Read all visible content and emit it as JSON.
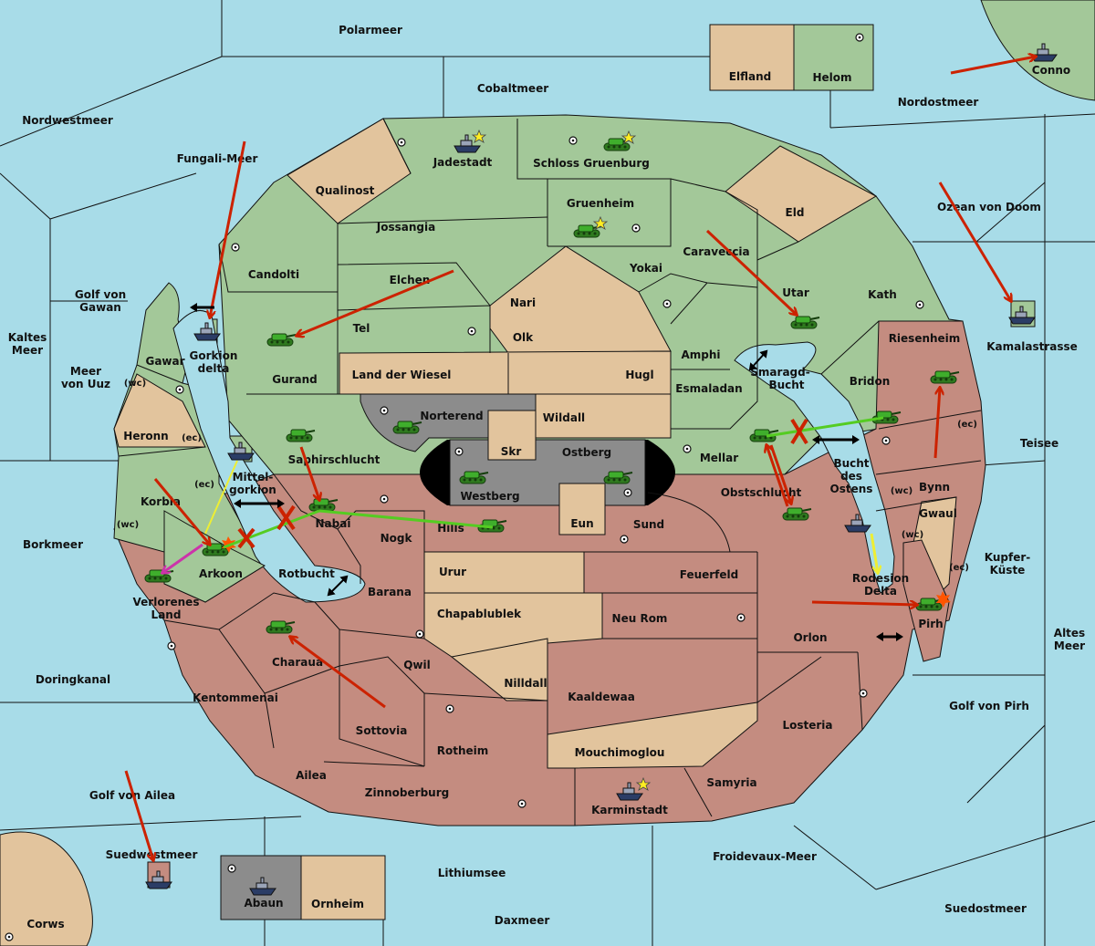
{
  "map_title": "",
  "colors": {
    "sea": "#a8dce8",
    "green": "#a3c899",
    "tan": "#e2c49d",
    "red": "#c48c80",
    "gray": "#8c8c8c",
    "darkgray": "#7a7a7a",
    "black": "#000000",
    "arrow_red": "#cc2200",
    "arrow_green": "#55cc22",
    "arrow_yellow": "#eeee33",
    "arrow_magenta": "#cc33aa",
    "star": "#ffee22"
  },
  "seas": {
    "polarmeer": "Polarmeer",
    "cobaltmeer": "Cobaltmeer",
    "nordostmeer": "Nordostmeer",
    "nordwestmeer": "Nordwestmeer",
    "fungali": "Fungali-Meer",
    "ozean": "Ozean von Doom",
    "golf_gawan": "Golf von\nGawan",
    "kaltes": "Kaltes\nMeer",
    "meer_uuz": "Meer\nvon Uuz",
    "kamalastrasse": "Kamalastrasse",
    "teisee": "Teisee",
    "borkmeer": "Borkmeer",
    "kupfer": "Kupfer-\nKüste",
    "altes": "Altes\nMeer",
    "doringkanal": "Doringkanal",
    "golf_pirh": "Golf von Pirh",
    "golf_ailea": "Golf von Ailea",
    "suedwest": "Suedwestmeer",
    "froidevaux": "Froidevaux-Meer",
    "lithium": "Lithiumsee",
    "suedost": "Suedostmeer",
    "daxmeer": "Daxmeer",
    "smaragd": "Smaragd-\nBucht",
    "bucht_ostens": "Bucht\ndes\nOstens",
    "rotbucht": "Rotbucht",
    "mittelgorkion": "Mittel-\ngorkion"
  },
  "lands": {
    "elfland": "Elfland",
    "helom": "Helom",
    "conno": "Conno",
    "jadestadt": "Jadestadt",
    "schloss": "Schloss Gruenburg",
    "qualinost": "Qualinost",
    "eld": "Eld",
    "jossangia": "Jossangia",
    "gruenheim": "Gruenheim",
    "candolti": "Candolti",
    "caraveccia": "Caraveccia",
    "elchen": "Elchen",
    "yokai": "Yokai",
    "nari": "Nari",
    "utar": "Utar",
    "kath": "Kath",
    "tel": "Tel",
    "olk": "Olk",
    "amphi": "Amphi",
    "riesenheim": "Riesenheim",
    "gurand": "Gurand",
    "land_wiesel": "Land der Wiesel",
    "hugl": "Hugl",
    "esmaladan": "Esmaladan",
    "bridon": "Bridon",
    "gawar": "Gawar",
    "gorkion_delta": "Gorkion\ndelta",
    "heronn": "Heronn",
    "norterend": "Norterend",
    "wildall": "Wildall",
    "skr": "Skr",
    "ostberg": "Ostberg",
    "westberg": "Westberg",
    "mellar": "Mellar",
    "saphir": "Saphirschlucht",
    "korbia": "Korbia",
    "nabai": "Nabai",
    "hills": "Hills",
    "nogk": "Nogk",
    "eun": "Eun",
    "sund": "Sund",
    "obst": "Obstschlucht",
    "bynn": "Bynn",
    "gwaul": "Gwaul",
    "arkoon": "Arkoon",
    "verlorenes": "Verlorenes\nLand",
    "urur": "Urur",
    "feuerfeld": "Feuerfeld",
    "barana": "Barana",
    "rodesion": "Rodesion\nDelta",
    "chapa": "Chapablublek",
    "neurom": "Neu Rom",
    "orlon": "Orlon",
    "pirh": "Pirh",
    "charaua": "Charaua",
    "qwil": "Qwil",
    "nilldall": "Nilldall",
    "kentom": "Kentommenai",
    "kaaldewaa": "Kaaldewaa",
    "losteria": "Losteria",
    "sottovia": "Sottovia",
    "rotheim": "Rotheim",
    "mouchi": "Mouchimoglou",
    "ailea": "Ailea",
    "samyria": "Samyria",
    "zinnober": "Zinnoberburg",
    "karminstadt": "Karminstadt",
    "abaun": "Abaun",
    "ornheim": "Ornheim",
    "corws": "Corws"
  },
  "coasts": {
    "wc1": "(wc)",
    "ec1": "(ec)",
    "ec2": "(ec)",
    "wc2": "(wc)",
    "ec3": "(ec)",
    "wc3": "(wc)",
    "wc4": "(wc)",
    "ec4": "(ec)"
  },
  "icons": {
    "army": "tank-icon",
    "fleet": "ship-icon",
    "supply": "supply-center-icon",
    "star": "home-star-icon",
    "burst": "dislodged-burst-icon",
    "move": "move-order-arrow",
    "support": "support-line",
    "cut": "cut-support-x"
  }
}
